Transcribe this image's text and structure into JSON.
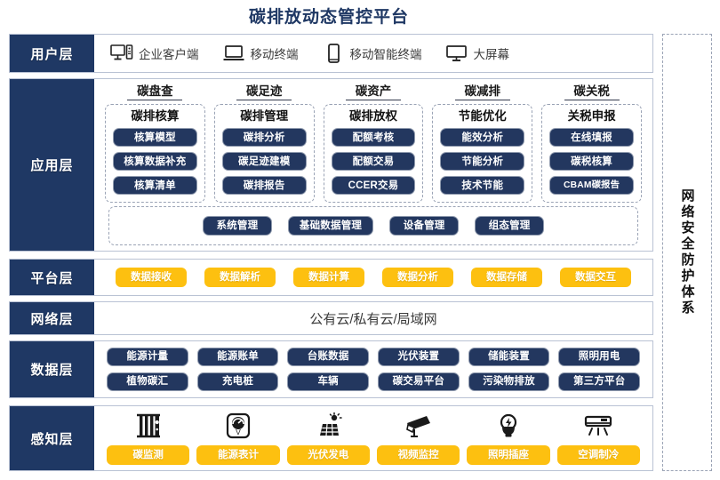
{
  "title": "碳排放动态管控平台",
  "security_panel": {
    "label": "网络安全防护体系"
  },
  "layers": {
    "user": {
      "label": "用户层",
      "items": [
        {
          "icon": "desktop-tower-icon",
          "label": "企业客户端"
        },
        {
          "icon": "laptop-icon",
          "label": "移动终端"
        },
        {
          "icon": "smartphone-icon",
          "label": "移动智能终端"
        },
        {
          "icon": "monitor-icon",
          "label": "大屏幕"
        }
      ]
    },
    "application": {
      "label": "应用层",
      "columns": [
        {
          "title": "碳盘查",
          "box_title": "碳排核算",
          "items": [
            "核算模型",
            "核算数据补充",
            "核算清单"
          ]
        },
        {
          "title": "碳足迹",
          "box_title": "碳排管理",
          "items": [
            "碳排分析",
            "碳足迹建模",
            "碳排报告"
          ]
        },
        {
          "title": "碳资产",
          "box_title": "碳排放权",
          "items": [
            "配额考核",
            "配额交易",
            "CCER交易"
          ]
        },
        {
          "title": "碳减排",
          "box_title": "节能优化",
          "items": [
            "能效分析",
            "节能分析",
            "技术节能"
          ]
        },
        {
          "title": "碳关税",
          "box_title": "关税申报",
          "items": [
            "在线填报",
            "碳税核算",
            "CBAM碳报告"
          ]
        }
      ],
      "bottom_items": [
        "系统管理",
        "基础数据管理",
        "设备管理",
        "组态管理"
      ]
    },
    "platform": {
      "label": "平台层",
      "items": [
        "数据接收",
        "数据解析",
        "数据计算",
        "数据分析",
        "数据存储",
        "数据交互"
      ]
    },
    "network": {
      "label": "网络层",
      "text": "公有云/私有云/局域网"
    },
    "data": {
      "label": "数据层",
      "row1": [
        "能源计量",
        "能源账单",
        "台账数据",
        "光伏装置",
        "储能装置",
        "照明用电"
      ],
      "row2": [
        "植物碳汇",
        "充电桩",
        "车辆",
        "碳交易平台",
        "污染物排放",
        "第三方平台"
      ]
    },
    "sense": {
      "label": "感知层",
      "items": [
        {
          "icon": "carbon-monitor-icon",
          "label": "碳监测"
        },
        {
          "icon": "energy-meter-icon",
          "label": "能源表计"
        },
        {
          "icon": "solar-panel-icon",
          "label": "光伏发电"
        },
        {
          "icon": "cctv-camera-icon",
          "label": "视频监控"
        },
        {
          "icon": "lightbulb-icon",
          "label": "照明插座"
        },
        {
          "icon": "air-conditioner-icon",
          "label": "空调制冷"
        }
      ]
    }
  },
  "colors": {
    "navy": "#1f3864",
    "pill_navy": "#23375f",
    "yellow": "#fdc010",
    "border_gray": "#b9c2d4",
    "dashed_gray": "#9aa3b5"
  }
}
